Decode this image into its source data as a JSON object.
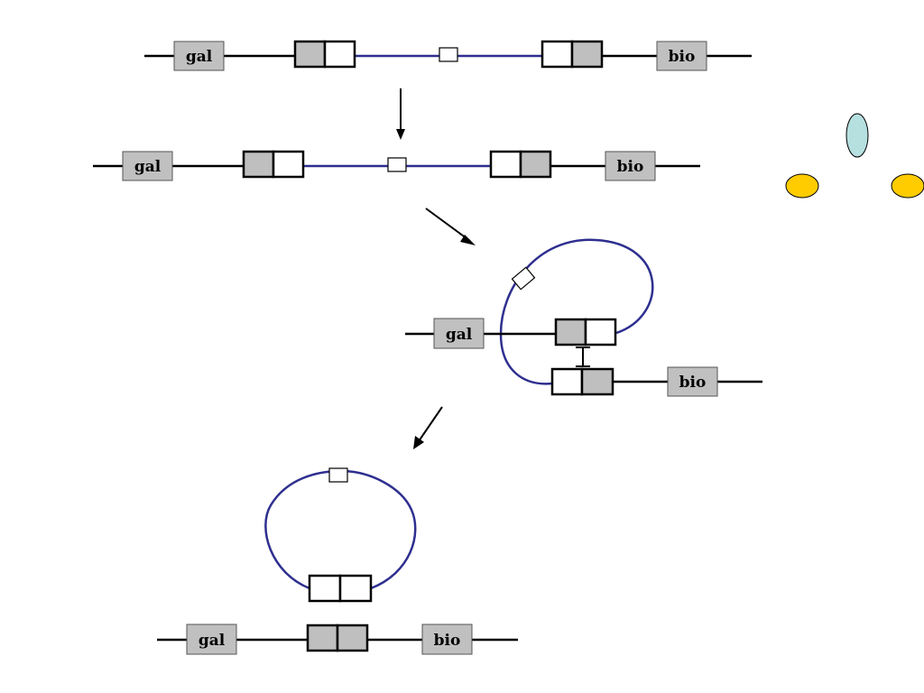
{
  "labels": {
    "gal": "gal",
    "bio": "bio"
  },
  "colors": {
    "host_dna": "#000000",
    "prophage_dna": "#2e2f8f",
    "gene_box_fill": "#c0c0c0",
    "att_gray_fill": "#bfbfbf",
    "att_white_fill": "#ffffff",
    "protein_blue": "#b6dfe0",
    "protein_yellow": "#ffcc00"
  },
  "icons": {
    "proteins": "oval-shapes",
    "arrows": "step-arrow",
    "crossover": "bracket-junction"
  }
}
